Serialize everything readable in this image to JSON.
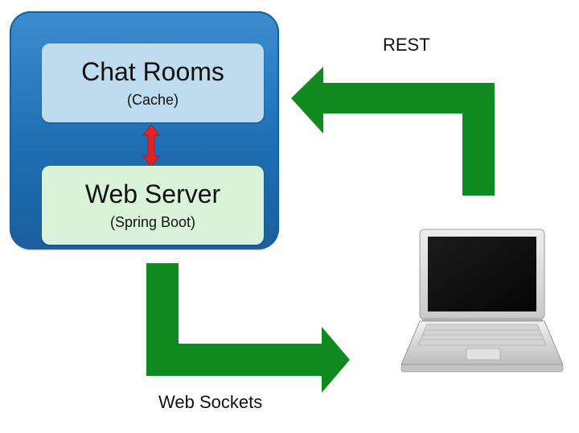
{
  "server": {
    "cache_node": {
      "title": "Chat Rooms",
      "subtitle": "(Cache)"
    },
    "web_node": {
      "title": "Web Server",
      "subtitle": "(Spring Boot)"
    }
  },
  "edges": {
    "rest_label": "REST",
    "websocket_label": "Web Sockets"
  },
  "colors": {
    "server_blue": "#1f6fb5",
    "cache_fill": "#bfdcee",
    "web_fill": "#d9f3db",
    "flow_green": "#0f8a1e",
    "link_red": "#e02424"
  },
  "icons": {
    "client": "laptop-icon"
  }
}
